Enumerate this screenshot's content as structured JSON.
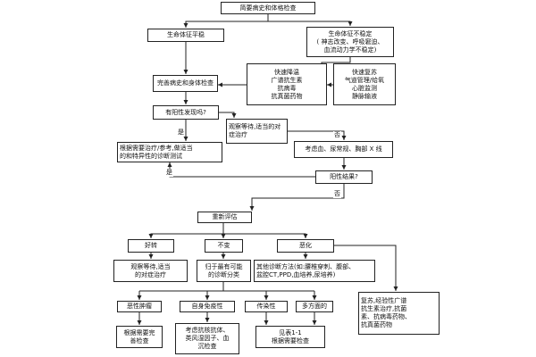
{
  "nodes": {
    "n1": "简要病史和体格检查",
    "n2": "生命体征平稳",
    "n3": "生命体征不稳定\n( 神志改变、呼吸窘迫、\n血流动力学不稳定)",
    "n4": "快速降温\n广谱抗生素\n抗病毒\n抗真菌药物",
    "n5": "快速复苏\n气道管理/给氧\n心脏监测\n静脉输液",
    "n6": "完善病史和身体检查",
    "n7": "有阳性发现吗?",
    "n8": "观察等待,适当的对\n症治疗",
    "n9": "根据需要治疗/参考,做适当\n的和特异性的诊断测试",
    "n10": "考虑血、尿常规、胸部 X 线",
    "n11": "阳性结果?",
    "n12": "重新评估",
    "n13": "好转",
    "n14": "不变",
    "n15": "恶化",
    "n16": "观察等待,适当\n的对症治疗",
    "n17": "归于最有可能\n的诊断分类",
    "n18": "其他诊断方法(如:腰椎穿刺、腹部、\n盆腔CT,PPD,血培养,尿培养)",
    "n19": "复苏,经验性广谱\n抗生素治疗,抗菌\n素、抗病毒药物、\n抗真菌药物",
    "n20": "恶性肿瘤",
    "n21": "自身免疫性",
    "n22": "传染性",
    "n23": "多方面的",
    "n24": "根据需要完\n善检查",
    "n25": "考虑抗核抗体、\n类风湿因子、血\n沉检查",
    "n26": "见表1-1\n根据需要检查"
  },
  "labels": {
    "yes1": "是",
    "no1": "否",
    "yes2": "是",
    "no2": "否"
  }
}
